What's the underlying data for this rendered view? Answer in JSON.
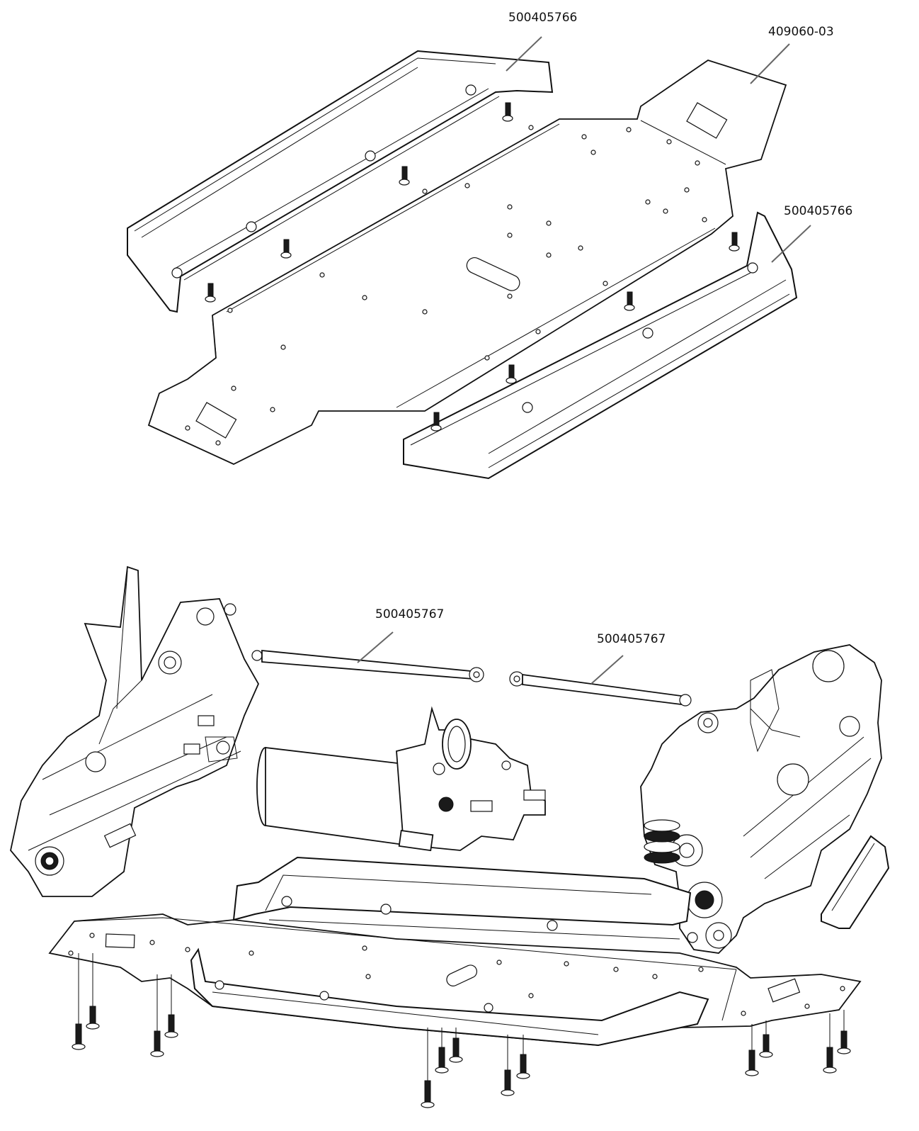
{
  "labels": {
    "top_side_rail_left": "500405766",
    "top_chassis_plate": "409060-03",
    "top_side_rail_right": "500405766",
    "driveshaft_left": "500405767",
    "driveshaft_right": "500405767"
  },
  "colors": {
    "line": "#111111",
    "leader": "#666666",
    "background": "#ffffff"
  }
}
